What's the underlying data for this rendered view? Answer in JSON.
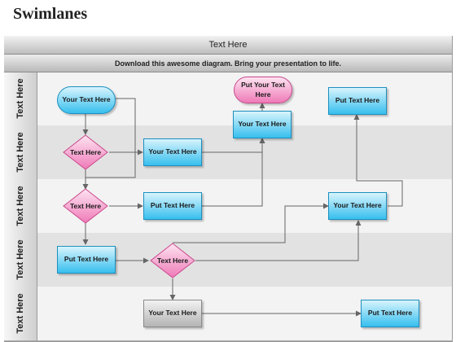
{
  "slide_title": "Swimlanes",
  "header": {
    "title": "Text Here"
  },
  "subheader": {
    "text": "Download this awesome diagram. Bring your presentation to life."
  },
  "lanes": [
    {
      "label": "Text Here"
    },
    {
      "label": "Text Here"
    },
    {
      "label": "Text Here"
    },
    {
      "label": "Text Here"
    },
    {
      "label": "Text Here"
    }
  ],
  "nodes": {
    "start_pill": "Your Text Here",
    "end_pill_pink": "Put Your Text Here",
    "box_lane1_right": "Put Text Here",
    "box_lane2_upper": "Your Text Here",
    "box_lane2_mid": "Your Text Here",
    "diamond_lane2": "Text Here",
    "diamond_lane3": "Text Here",
    "box_lane3_mid": "Put Text Here",
    "box_lane3_right": "Your Text Here",
    "box_lane4_left": "Put Text Here",
    "diamond_lane4": "Text Here",
    "box_lane5_gray": "Your Text Here",
    "box_lane5_right": "Put Text Here"
  },
  "colors": {
    "process_fill": "#37bfee",
    "decision_fill": "#ef7ab8",
    "connector": "#666666"
  }
}
